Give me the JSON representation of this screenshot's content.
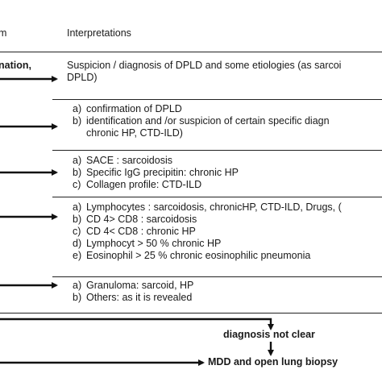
{
  "header": {
    "left": "m",
    "right": "Interpretations"
  },
  "rows": [
    {
      "left": "nation,",
      "lines": [
        "Suspicion / diagnosis of DPLD and some etiologies (as sarcoi",
        "DPLD)"
      ]
    },
    {
      "items": [
        {
          "label": "a)",
          "text": "confirmation of DPLD"
        },
        {
          "label": "b)",
          "text": "identification and /or suspicion of certain specific diagn"
        },
        {
          "label": "",
          "text": "chronic HP, CTD-ILD)"
        }
      ]
    },
    {
      "items": [
        {
          "label": "a)",
          "text": "SACE : sarcoidosis"
        },
        {
          "label": "b)",
          "text": "Specific IgG precipitin: chronic HP"
        },
        {
          "label": "c)",
          "text": "Collagen profile: CTD-ILD"
        }
      ]
    },
    {
      "items": [
        {
          "label": "a)",
          "text": "Lymphocytes : sarcoidosis,  chronicHP, CTD-ILD, Drugs, ("
        },
        {
          "label": "b)",
          "text": "CD 4> CD8 : sarcoidosis"
        },
        {
          "label": "c)",
          "text": "CD 4< CD8 : chronic HP"
        },
        {
          "label": "d)",
          "text": "Lymphocyt > 50 %  chronic HP"
        },
        {
          "label": "e)",
          "text": "Eosinophil > 25 %  chronic eosinophilic  pneumonia"
        }
      ]
    },
    {
      "items": [
        {
          "label": "a)",
          "text": "Granuloma: sarcoid, HP"
        },
        {
          "label": "b)",
          "text": "Others: as it is revealed"
        }
      ]
    }
  ],
  "flow": {
    "not_clear": "diagnosis not clear",
    "final": "MDD and open lung biopsy"
  }
}
